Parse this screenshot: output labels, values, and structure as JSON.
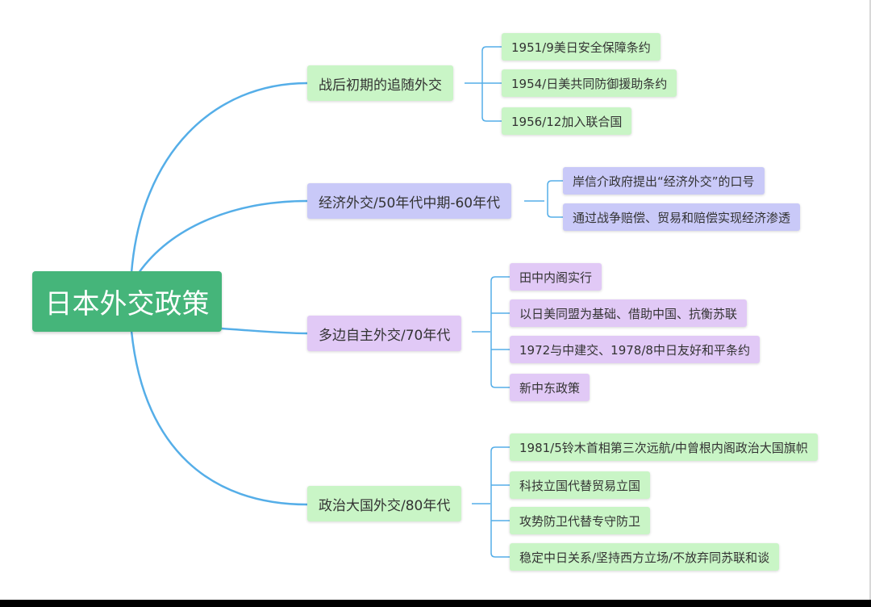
{
  "root": {
    "label": "日本外交政策",
    "color": "#45b57a"
  },
  "colors": {
    "link": "#55aee8",
    "green": "#c9f5c6",
    "blue": "#c9c9f8",
    "purple": "#e1c9f6"
  },
  "branches": [
    {
      "label": "战后初期的追随外交",
      "color": "green",
      "children": [
        "1951/9美日安全保障条约",
        "1954/日美共同防御援助条约",
        "1956/12加入联合国"
      ]
    },
    {
      "label": "经济外交/50年代中期-60年代",
      "color": "blue",
      "children": [
        "岸信介政府提出“经济外交”的口号",
        "通过战争赔偿、贸易和赔偿实现经济渗透"
      ]
    },
    {
      "label": "多边自主外交/70年代",
      "color": "purple",
      "children": [
        "田中内阁实行",
        "以日美同盟为基础、借助中国、抗衡苏联",
        "1972与中建交、1978/8中日友好和平条约",
        "新中东政策"
      ]
    },
    {
      "label": "政治大国外交/80年代",
      "color": "green",
      "children": [
        "1981/5铃木首相第三次远航/中曾根内阁政治大国旗帜",
        "科技立国代替贸易立国",
        "攻势防卫代替专守防卫",
        "稳定中日关系/坚持西方立场/不放弃同苏联和谈"
      ]
    }
  ]
}
